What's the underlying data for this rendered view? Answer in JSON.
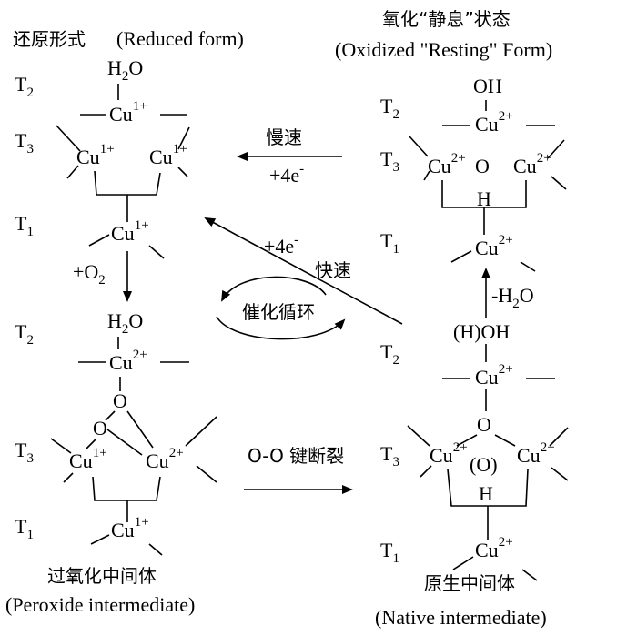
{
  "titles": {
    "reduced_cn": "还原形式",
    "reduced_en": "(Reduced form)",
    "resting_cn": "氧化“静息”状态",
    "resting_en": "(Oxidized \"Resting\" Form)",
    "peroxide_cn": "过氧化中间体",
    "peroxide_en": "(Peroxide intermediate)",
    "native_cn": "原生中间体",
    "native_en": "(Native intermediate)"
  },
  "site_labels": {
    "T1": "T",
    "T2": "T",
    "T3": "T",
    "s1": "1",
    "s2": "2",
    "s3": "3"
  },
  "atoms": {
    "cu": "Cu",
    "h2o_h": "H",
    "h2o_2": "2",
    "h2o_o": "O",
    "oh": "OH",
    "o": "O",
    "h": "H",
    "o_paren": "(O)",
    "h_oh": "(H)OH"
  },
  "charges": {
    "plus1": "1+",
    "plus2": "2+"
  },
  "arrows": {
    "slow_cn": "慢速",
    "slow_e_main": "+4e",
    "slow_e_sup": "-",
    "fast_e_main": "+4e",
    "fast_e_sup": "-",
    "fast_cn": "快速",
    "cycle_cn": "催化循环",
    "o2_main": "+O",
    "o2_sub": "2",
    "h2o_loss_main": "-H",
    "h2o_loss_sub": "2",
    "h2o_loss_o": "O",
    "oo_break_cn": "O-O 键断裂"
  }
}
